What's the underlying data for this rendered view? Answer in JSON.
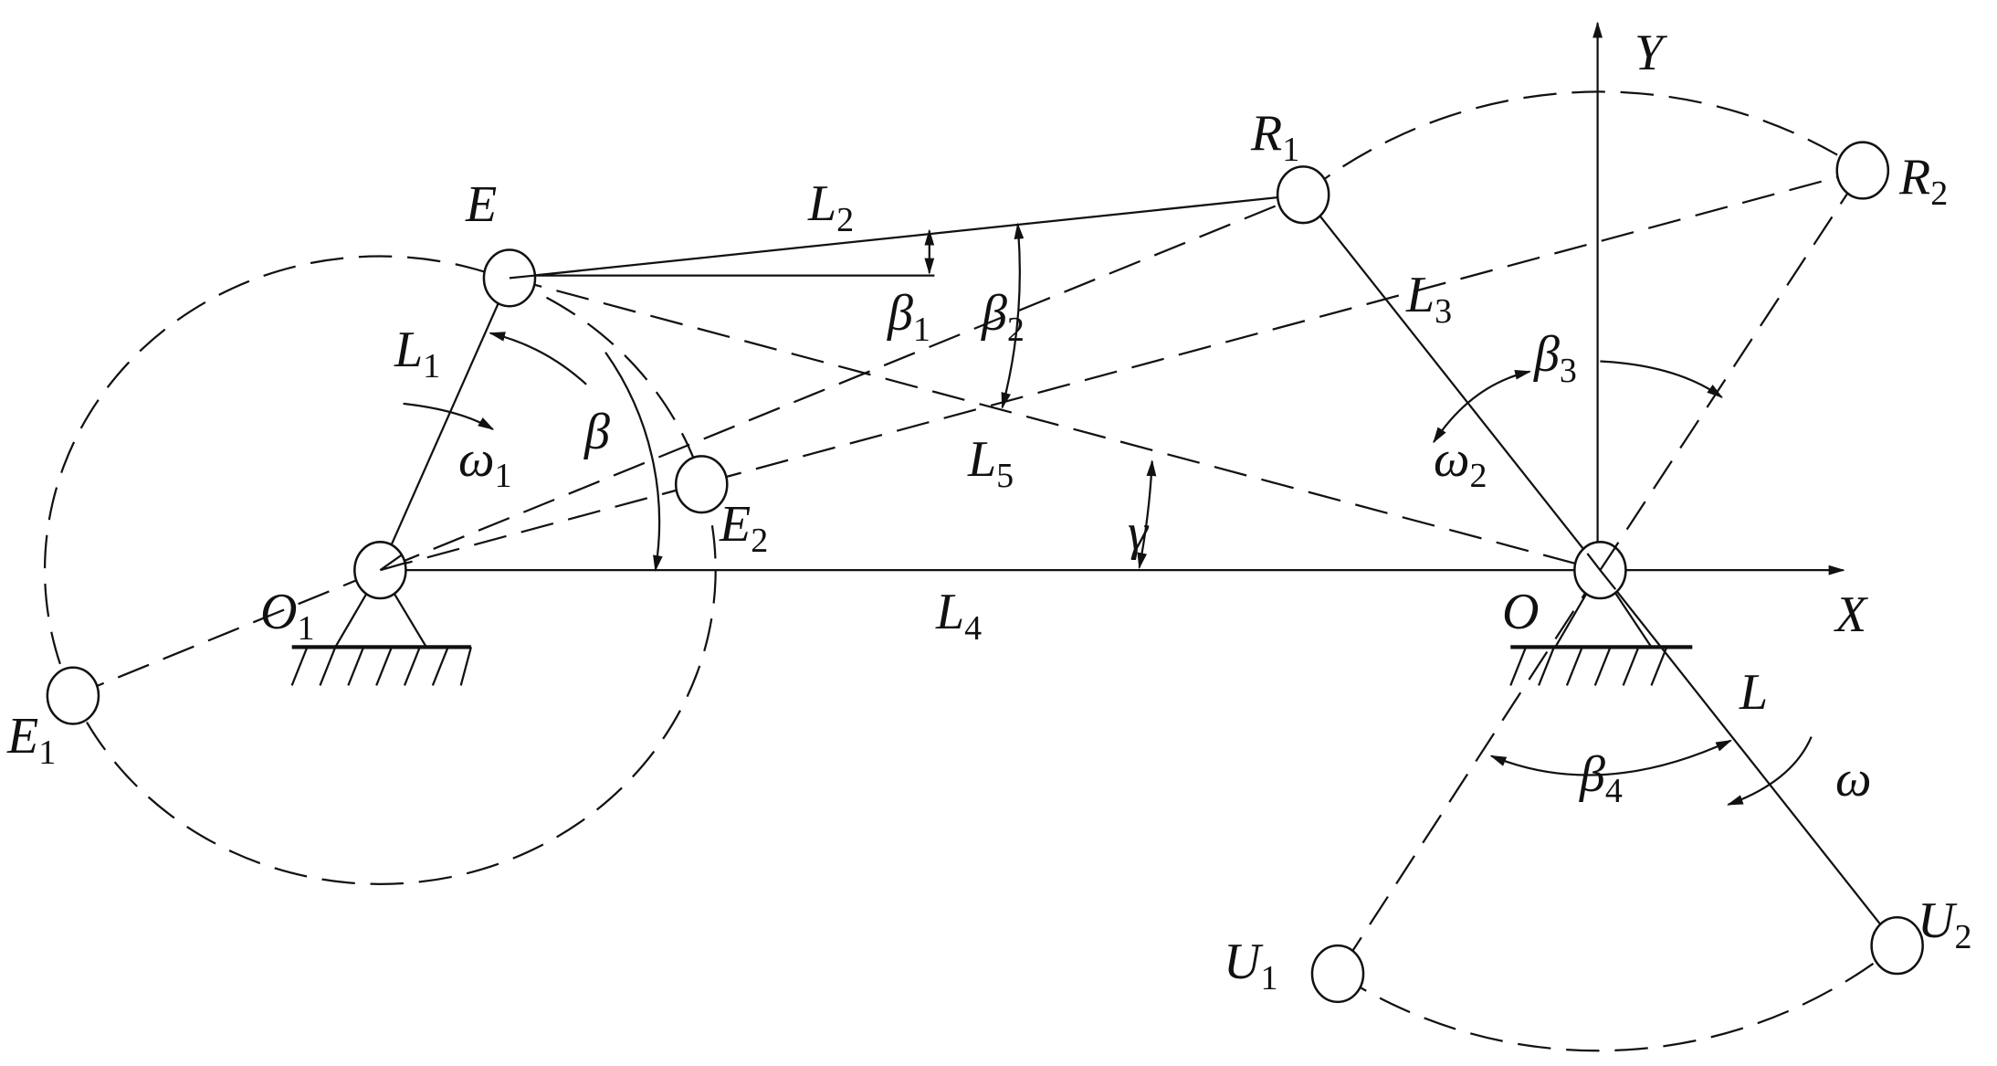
{
  "labels": {
    "E": {
      "main": "E",
      "sub": ""
    },
    "E1": {
      "main": "E",
      "sub": "1"
    },
    "E2": {
      "main": "E",
      "sub": "2"
    },
    "R1": {
      "main": "R",
      "sub": "1"
    },
    "R2": {
      "main": "R",
      "sub": "2"
    },
    "U1": {
      "main": "U",
      "sub": "1"
    },
    "U2": {
      "main": "U",
      "sub": "2"
    },
    "O1": {
      "main": "O",
      "sub": "1"
    },
    "O": {
      "main": "O",
      "sub": ""
    },
    "X": {
      "main": "X",
      "sub": ""
    },
    "Y": {
      "main": "Y",
      "sub": ""
    },
    "L": {
      "main": "L",
      "sub": ""
    },
    "L1": {
      "main": "L",
      "sub": "1"
    },
    "L2": {
      "main": "L",
      "sub": "2"
    },
    "L3": {
      "main": "L",
      "sub": "3"
    },
    "L4": {
      "main": "L",
      "sub": "4"
    },
    "L5": {
      "main": "L",
      "sub": "5"
    },
    "beta": {
      "main": "β",
      "sub": ""
    },
    "beta1": {
      "main": "β",
      "sub": "1"
    },
    "beta2": {
      "main": "β",
      "sub": "2"
    },
    "beta3": {
      "main": "β",
      "sub": "3"
    },
    "beta4": {
      "main": "β",
      "sub": "4"
    },
    "gamma": {
      "main": "γ",
      "sub": ""
    },
    "omega": {
      "main": "ω",
      "sub": ""
    },
    "omega1": {
      "main": "ω",
      "sub": "1"
    },
    "omega2": {
      "main": "ω",
      "sub": "2"
    }
  }
}
